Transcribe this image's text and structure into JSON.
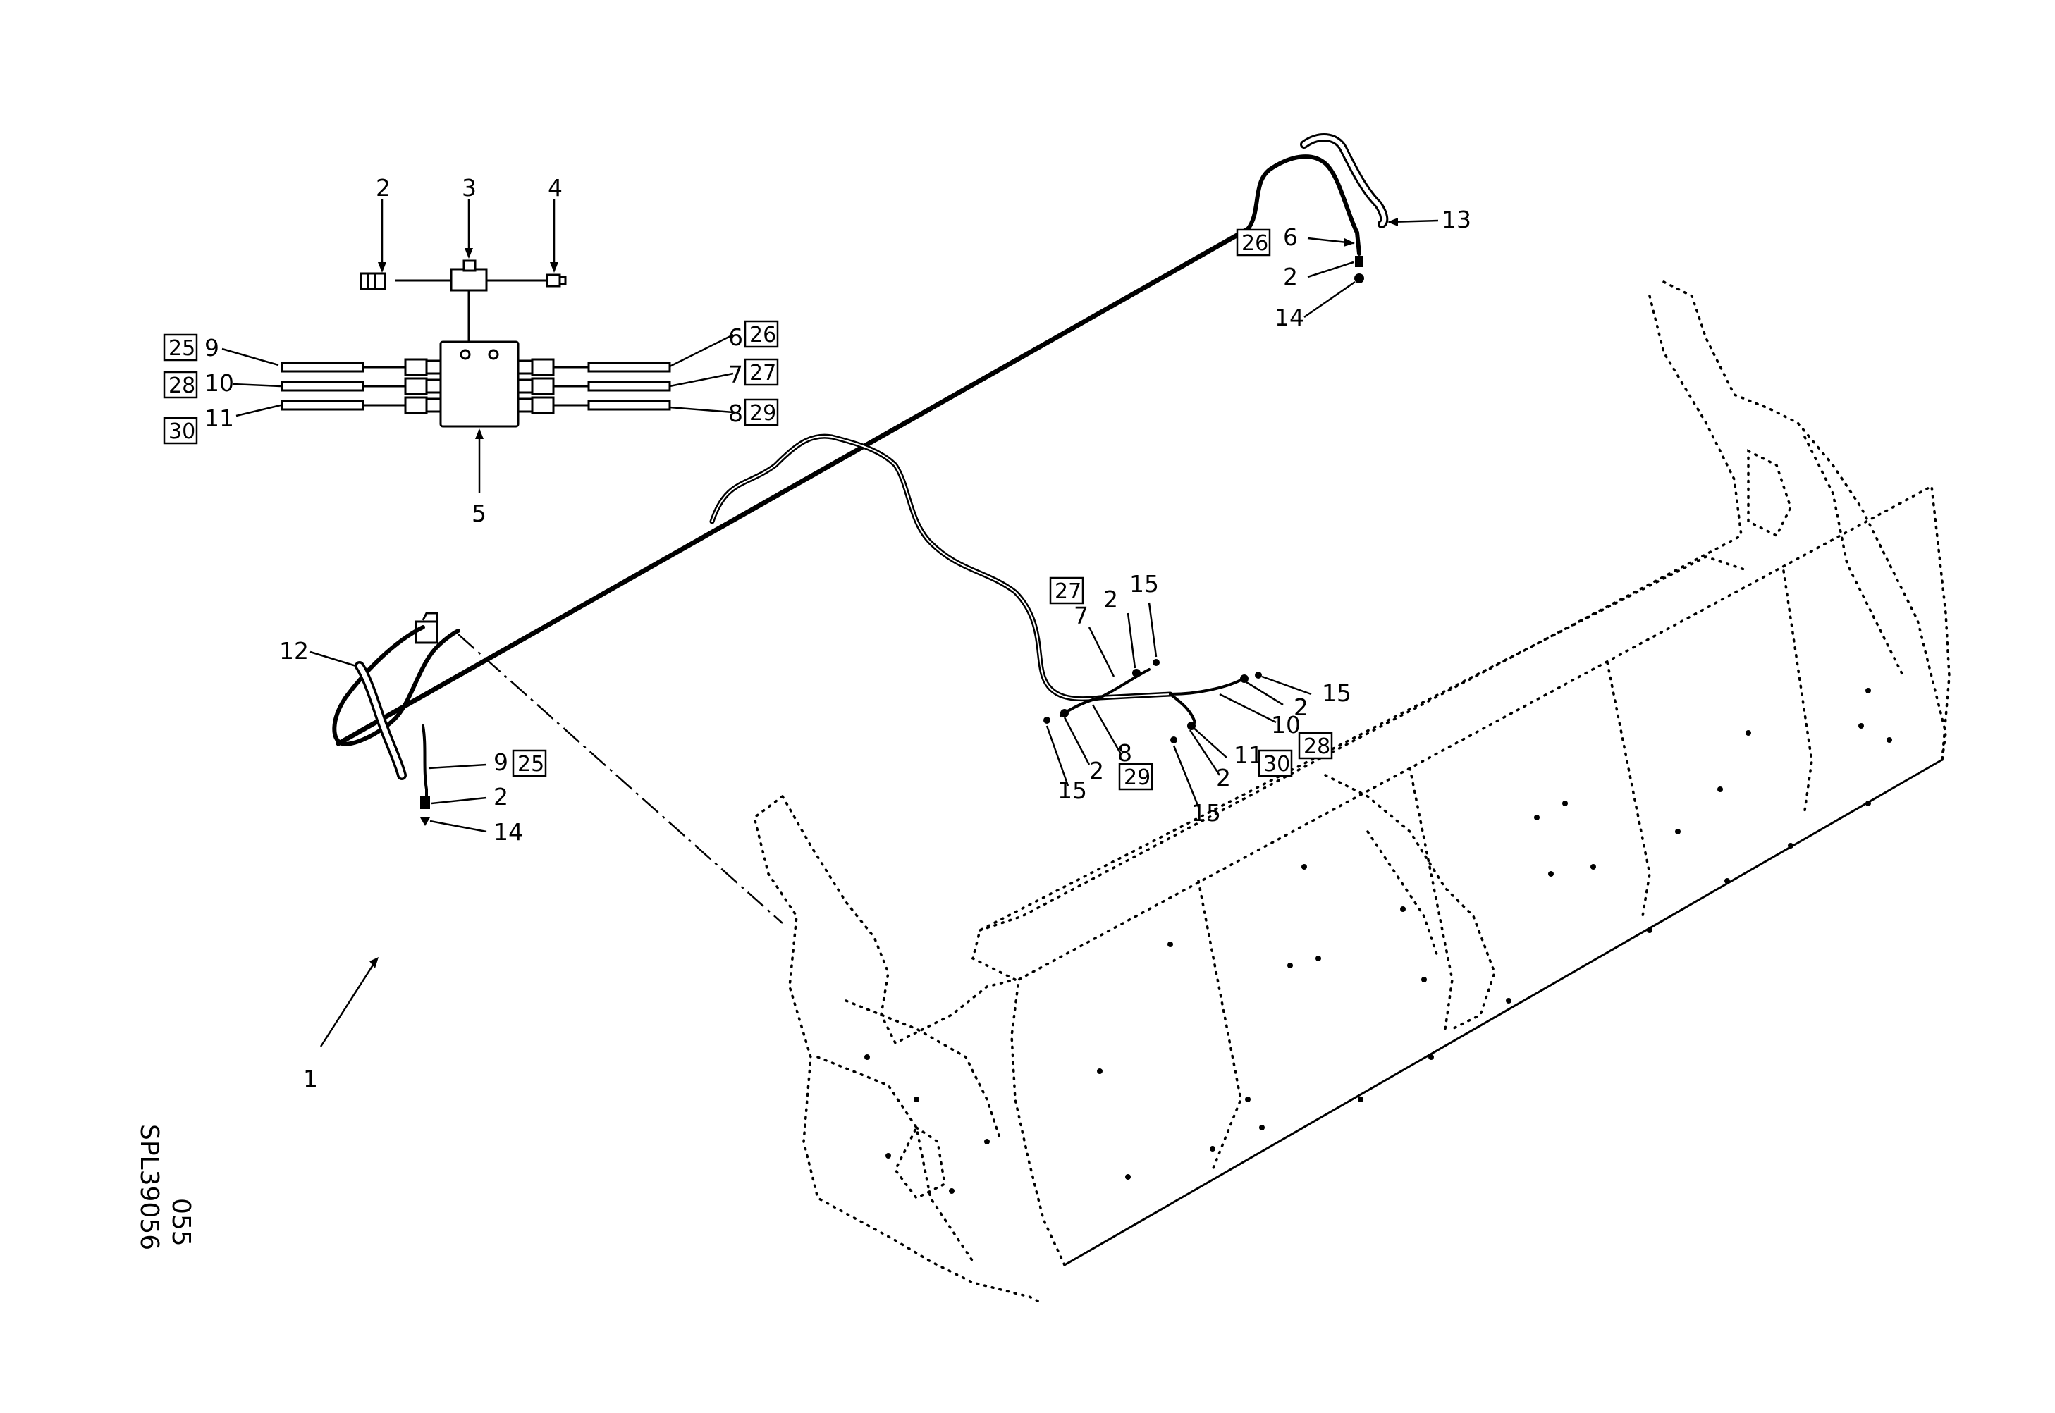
{
  "diagram": {
    "drawing_code": "SPL39056",
    "sheet_number": "055",
    "callouts": {
      "assembly": "1",
      "coupling_top": "2",
      "tee_fitting": "3",
      "plug": "4",
      "manifold_block": "5",
      "hose_top_right_1": "6",
      "hose_top_right_2": "7",
      "hose_top_right_3": "8",
      "hose_top_left_1": "9",
      "hose_top_left_2": "10",
      "hose_top_left_3": "11",
      "hose_clip": "12",
      "pipe_end": "13",
      "pipe_right_label": "6",
      "pipe_right_coupling": "2",
      "pipe_right_cap": "14",
      "left_hose_label": "9",
      "left_coupling": "2",
      "left_cap": "14",
      "mid_7": "7",
      "mid_2_a": "2",
      "mid_15_a": "15",
      "mid_15_b": "15",
      "mid_2_b": "2",
      "mid_10": "10",
      "mid_8": "8",
      "mid_2_c": "2",
      "mid_15_c": "15",
      "mid_11": "11",
      "mid_2_d": "2",
      "mid_15_d": "15"
    },
    "boxed_refs": {
      "box_25_top": "25",
      "box_28_top": "28",
      "box_30_top": "30",
      "box_26_top": "26",
      "box_27_top": "27",
      "box_29_top": "29",
      "box_26_pipe": "26",
      "box_25_left": "25",
      "box_27_mid": "27",
      "box_29_mid": "29",
      "box_30_mid": "30",
      "box_28_mid": "28"
    }
  }
}
